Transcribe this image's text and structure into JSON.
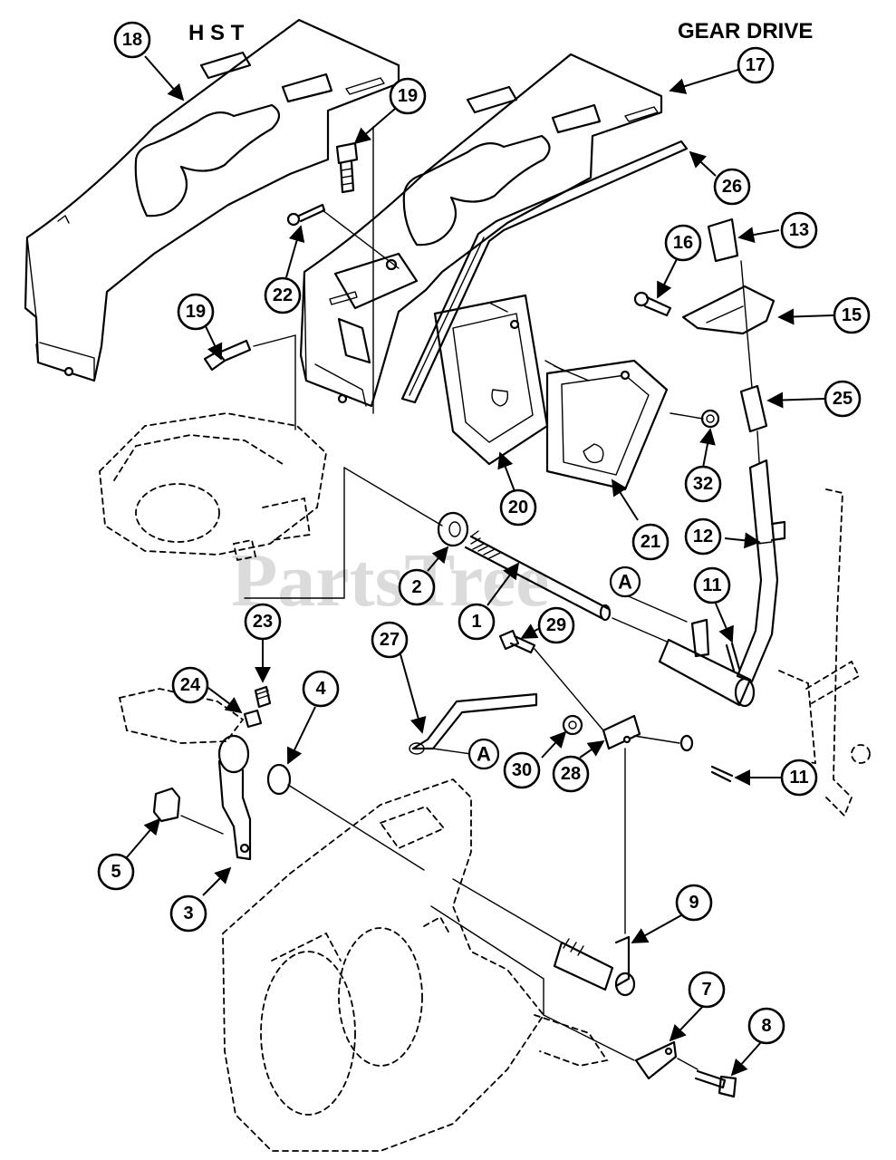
{
  "titles": {
    "hst": "H S T",
    "gear_drive": "GEAR DRIVE"
  },
  "watermark": "PartsTree",
  "reference_tags": [
    "A",
    "A"
  ],
  "callouts": [
    {
      "id": "c18",
      "label": "18"
    },
    {
      "id": "c17",
      "label": "17"
    },
    {
      "id": "c19a",
      "label": "19"
    },
    {
      "id": "c26",
      "label": "26"
    },
    {
      "id": "c22",
      "label": "22"
    },
    {
      "id": "c19b",
      "label": "19"
    },
    {
      "id": "c16",
      "label": "16"
    },
    {
      "id": "c13",
      "label": "13"
    },
    {
      "id": "c15",
      "label": "15"
    },
    {
      "id": "c25",
      "label": "25"
    },
    {
      "id": "c32",
      "label": "32"
    },
    {
      "id": "c20",
      "label": "20"
    },
    {
      "id": "c21",
      "label": "21"
    },
    {
      "id": "c12",
      "label": "12"
    },
    {
      "id": "c2",
      "label": "2"
    },
    {
      "id": "c11a",
      "label": "11"
    },
    {
      "id": "c1",
      "label": "1"
    },
    {
      "id": "c29",
      "label": "29"
    },
    {
      "id": "c23",
      "label": "23"
    },
    {
      "id": "c27",
      "label": "27"
    },
    {
      "id": "c24",
      "label": "24"
    },
    {
      "id": "c4",
      "label": "4"
    },
    {
      "id": "c30",
      "label": "30"
    },
    {
      "id": "c28",
      "label": "28"
    },
    {
      "id": "c11b",
      "label": "11"
    },
    {
      "id": "c5",
      "label": "5"
    },
    {
      "id": "c3",
      "label": "3"
    },
    {
      "id": "c9",
      "label": "9"
    },
    {
      "id": "c7",
      "label": "7"
    },
    {
      "id": "c8",
      "label": "8"
    }
  ]
}
